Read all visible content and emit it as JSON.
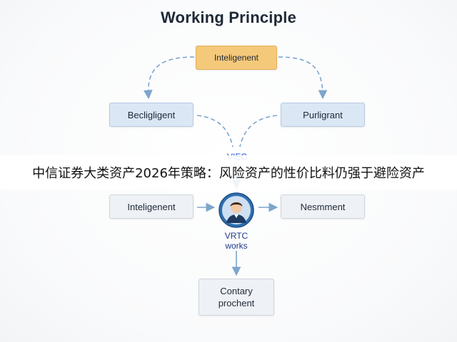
{
  "diagram": {
    "title": "Working Principle",
    "nodes": {
      "top": "Inteligenent",
      "left_1": "Becligligent",
      "right_1": "Purligrant",
      "left_2": "Inteligenent",
      "right_2": "Nesmment",
      "bottom": "Contary\nprochent"
    },
    "labels": {
      "center_upper": "VIEC",
      "center_lower": "VRTC\nworks"
    },
    "avatar_icon": "person-icon"
  },
  "banner": {
    "text": "中信证券大类资产2026年策略：风险资产的性价比料仍强于避险资产"
  },
  "colors": {
    "top_node": "#f5c97a",
    "blue_node": "#dbe7f5",
    "gray_node": "#eef1f5",
    "connector": "#7da5cc",
    "label_blue": "#1d4ed8"
  }
}
